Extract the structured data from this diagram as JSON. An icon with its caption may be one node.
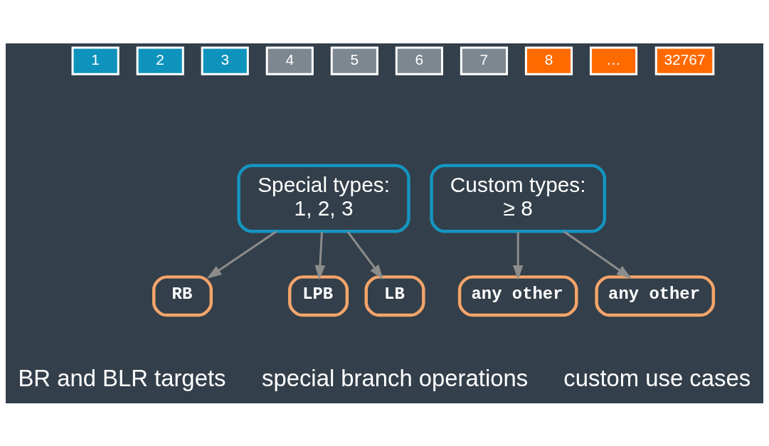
{
  "diagram": {
    "nodes": [
      {
        "text": [
          "1"
        ]
      },
      {
        "text": [
          "2"
        ]
      },
      {
        "text": [
          "3"
        ]
      },
      {
        "text": [
          "4"
        ]
      },
      {
        "text": [
          "5"
        ]
      },
      {
        "text": [
          "6"
        ]
      },
      {
        "text": [
          "7"
        ]
      },
      {
        "text": [
          "8"
        ]
      },
      {
        "text": [
          "…"
        ]
      },
      {
        "text": [
          "32767"
        ]
      },
      {
        "text": [
          "Special types:",
          "1, 2, 3"
        ]
      },
      {
        "text": [
          "Custom types:",
          "≥ 8"
        ]
      },
      {
        "text": [
          "RB"
        ]
      },
      {
        "text": [
          "LPB"
        ]
      },
      {
        "text": [
          "LB"
        ]
      },
      {
        "text": [
          "any other"
        ]
      },
      {
        "text": [
          "any other"
        ]
      }
    ],
    "edges": [
      {
        "from": 10,
        "to": 12,
        "arrow": "to"
      },
      {
        "from": 10,
        "to": 13,
        "arrow": "to"
      },
      {
        "from": 10,
        "to": 14,
        "arrow": "to"
      },
      {
        "from": 11,
        "to": 15,
        "arrow": "to"
      },
      {
        "from": 11,
        "to": 16,
        "arrow": "to"
      }
    ],
    "labels": [
      "BR and BLR targets",
      "special branch operations",
      "custom use cases"
    ]
  }
}
